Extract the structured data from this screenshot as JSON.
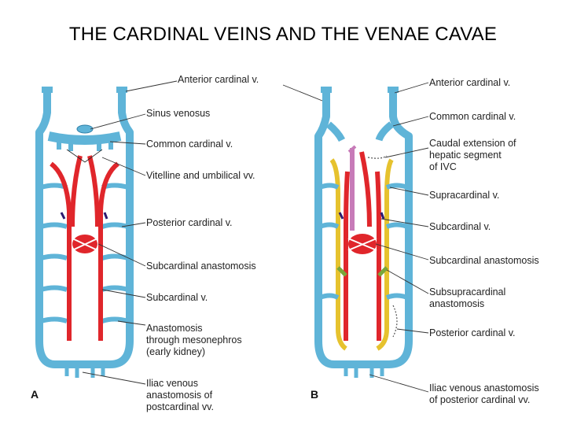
{
  "title": "THE CARDINAL VEINS AND THE VENAE CAVAE",
  "panels": {
    "a": {
      "letter": "A",
      "labels": {
        "anterior_cardinal": "Anterior cardinal v.",
        "sinus_venosus": "Sinus venosus",
        "common_cardinal": "Common cardinal v.",
        "vitelline_umbilical": "Vitelline and umbilical vv.",
        "posterior_cardinal": "Posterior cardinal v.",
        "subcardinal_anastomosis": "Subcardinal anastomosis",
        "subcardinal": "Subcardinal v.",
        "mesonephros": [
          "Anastomosis",
          "through mesonephros",
          "(early kidney)"
        ],
        "iliac": [
          "Iliac venous",
          "anastomosis of",
          "postcardinal vv."
        ]
      }
    },
    "b": {
      "letter": "B",
      "labels": {
        "anterior_cardinal": "Anterior cardinal v.",
        "common_cardinal": "Common cardinal v.",
        "caudal_extension": [
          "Caudal extension of",
          "hepatic segment",
          "of IVC"
        ],
        "supracardinal": "Supracardinal v.",
        "subcardinal": "Subcardinal v.",
        "subcardinal_anastomosis": "Subcardinal anastomosis",
        "subsupracardinal": [
          "Subsupracardinal",
          "anastomosis"
        ],
        "posterior_cardinal": "Posterior cardinal v.",
        "iliac": [
          "Iliac venous anastomosis",
          "of posterior cardinal vv."
        ]
      }
    }
  },
  "colors": {
    "vein_blue": "#5fb4d8",
    "vein_outline": "#2f7fa8",
    "artery_red": "#e0262b",
    "supracardinal_yellow": "#e6c22e",
    "hepatic_pink": "#c77bb8",
    "anastomosis_green": "#7aa63a",
    "leader_line": "#333333"
  }
}
